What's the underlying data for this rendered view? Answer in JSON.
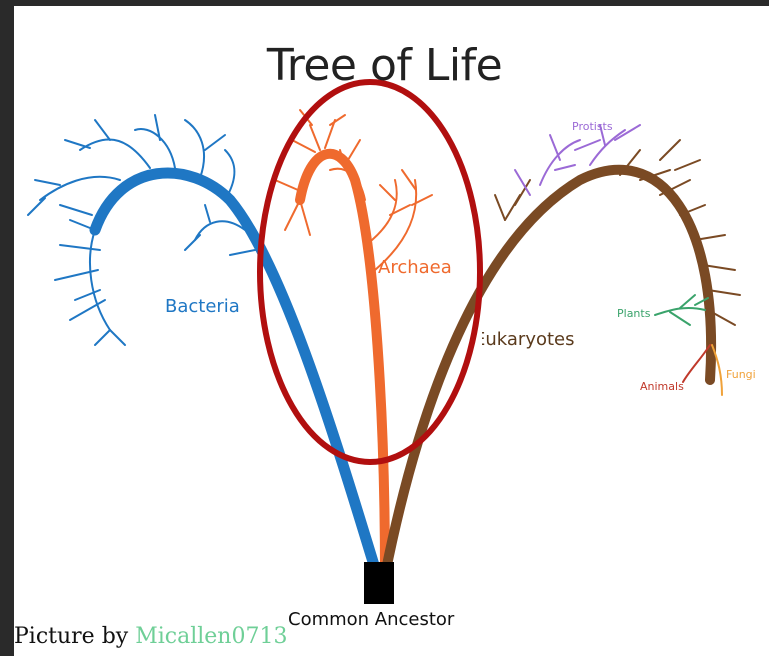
{
  "diagram": {
    "title": "Tree of Life",
    "labels": {
      "bacteria": "Bacteria",
      "archaea": "Archaea",
      "eukaryotes": "Eukaryotes",
      "protists": "Protists",
      "plants": "Plants",
      "animals": "Animals",
      "fungi": "Fungi",
      "root": "Common Ancestor"
    },
    "colors": {
      "bacteria": "#1f77c4",
      "archaea": "#ef6a2e",
      "eukaryotes": "#7a4a24",
      "protists": "#9b6ad6",
      "plants": "#3aa36b",
      "animals": "#c0392b",
      "fungi": "#f0a23a",
      "highlight": "#b10f0f",
      "root": "#000000"
    },
    "highlight_target": "Archaea"
  },
  "credit": {
    "prefix": "Picture by ",
    "author": "Micallen0713"
  }
}
